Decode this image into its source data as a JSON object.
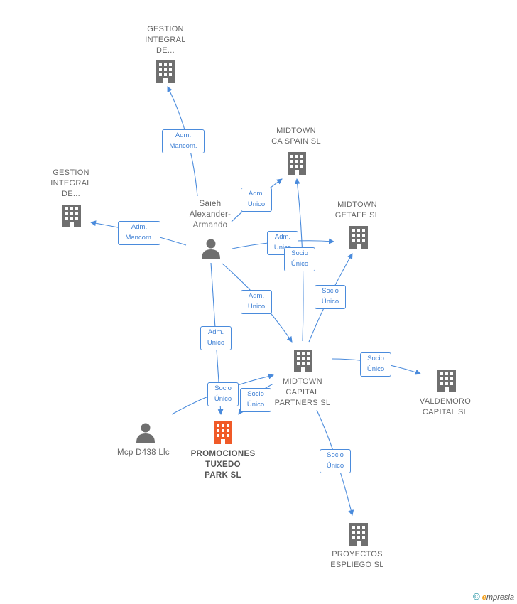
{
  "nodes": {
    "gestion1": {
      "label": "GESTION\nINTEGRAL\nDE..."
    },
    "gestion2": {
      "label": "GESTION\nINTEGRAL\nDE..."
    },
    "midtown_ca": {
      "label": "MIDTOWN\nCA SPAIN  SL"
    },
    "getafe": {
      "label": "MIDTOWN\nGETAFE  SL"
    },
    "saieh": {
      "label": "Saieh\nAlexander-\nArmando"
    },
    "capital": {
      "label": "MIDTOWN\nCAPITAL\nPARTNERS  SL"
    },
    "valdemoro": {
      "label": "VALDEMORO\nCAPITAL  SL"
    },
    "mcp": {
      "label": "Mcp D438 Llc"
    },
    "tuxedo": {
      "label": "PROMOCIONES\nTUXEDO\nPARK  SL"
    },
    "espliego": {
      "label": "PROYECTOS\nESPLIEGO  SL"
    }
  },
  "edges": {
    "e1": {
      "label": "Adm.\nMancom."
    },
    "e2": {
      "label": "Adm.\nMancom."
    },
    "e3": {
      "label": "Adm.\nUnico"
    },
    "e4": {
      "label": "Adm.\nUnico"
    },
    "e5": {
      "label": "Adm.\nUnico"
    },
    "e6": {
      "label": "Adm.\nUnico"
    },
    "e7": {
      "label": "Socio\nÚnico"
    },
    "e8": {
      "label": "Socio\nÚnico"
    },
    "e9": {
      "label": "Socio\nÚnico"
    },
    "e10": {
      "label": "Socio\nÚnico"
    },
    "e11": {
      "label": "Socio\nÚnico"
    },
    "e12": {
      "label": "Socio\nÚnico"
    }
  },
  "colors": {
    "edge": "#4a8bdc",
    "company": "#6f6f6f",
    "highlight": "#f05a28",
    "person": "#6f6f6f"
  },
  "footer": {
    "copyright": "©",
    "brand_e": "e",
    "brand_rest": "mpresia"
  }
}
